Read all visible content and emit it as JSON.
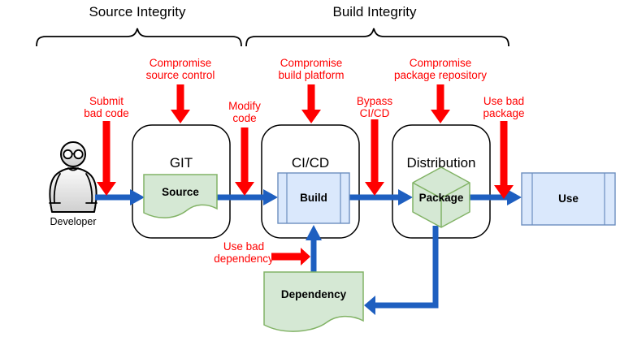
{
  "sections": {
    "source_integrity": "Source Integrity",
    "build_integrity": "Build Integrity"
  },
  "actors": {
    "developer": "Developer"
  },
  "nodes": {
    "git": {
      "title": "GIT",
      "artifact": "Source"
    },
    "cicd": {
      "title": "CI/CD",
      "artifact": "Build"
    },
    "distribution": {
      "title": "Distribution",
      "artifact": "Package"
    },
    "use": {
      "label": "Use"
    },
    "dependency": {
      "label": "Dependency"
    }
  },
  "threats": {
    "submit_bad_code": "Submit\nbad code",
    "compromise_source_control": "Compromise\nsource control",
    "modify_code": "Modify\ncode",
    "compromise_build_platform": "Compromise\nbuild platform",
    "bypass_cicd": "Bypass\nCI/CD",
    "compromise_package_repository": "Compromise\npackage repository",
    "use_bad_package": "Use bad\npackage",
    "use_bad_dependency": "Use bad\ndependency"
  },
  "colors": {
    "threat_red": "#ff0000",
    "flow_blue": "#1e5fc0",
    "artifact_fill": "#d5e8d4",
    "artifact_border": "#82b366",
    "process_fill": "#dae8fc",
    "process_border": "#6c8ebf",
    "outline_black": "#000000"
  }
}
